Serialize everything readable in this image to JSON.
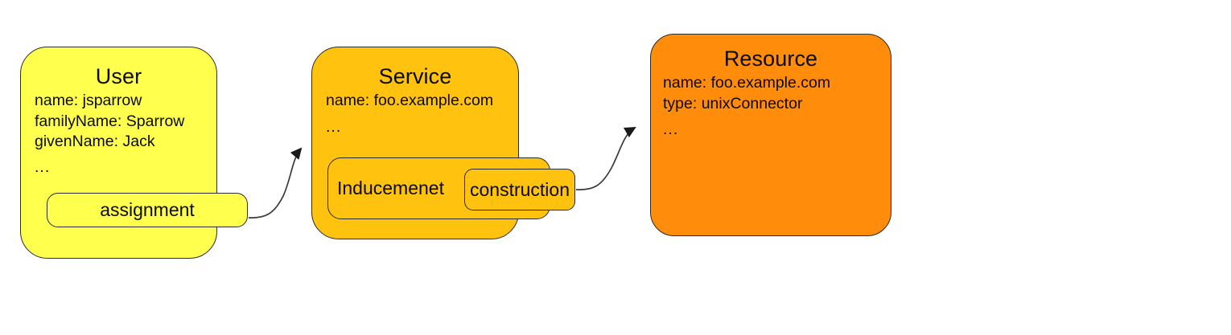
{
  "diagram": {
    "title": "",
    "background": "#ffffff",
    "nodes": [
      {
        "id": "user",
        "title": "User",
        "fill": "#ffff4d",
        "attributes": [
          "name: jsparrow",
          "familyName: Sparrow",
          "givenName: Jack"
        ],
        "ellipsis": "...",
        "subnode": {
          "label": "assignment"
        }
      },
      {
        "id": "service",
        "title": "Service",
        "fill": "#ffc20e",
        "attributes": [
          "name: foo.example.com"
        ],
        "ellipsis": "...",
        "subnode": {
          "label": "Inducemenet"
        },
        "subnode2": {
          "label": "construction"
        }
      },
      {
        "id": "resource",
        "title": "Resource",
        "fill": "#ff8c0a",
        "attributes": [
          "name: foo.example.com",
          "type: unixConnector"
        ],
        "ellipsis": "..."
      }
    ],
    "edges": [
      {
        "id": "assignment-to-service",
        "from": "assignment",
        "to": "service",
        "label": "",
        "style": "curved-arrow"
      },
      {
        "id": "construction-to-resource",
        "from": "construction",
        "to": "resource",
        "label": "",
        "style": "curved-arrow"
      }
    ],
    "stroke_color": "#2b2b2b",
    "text_color": "#0b0b0b"
  }
}
